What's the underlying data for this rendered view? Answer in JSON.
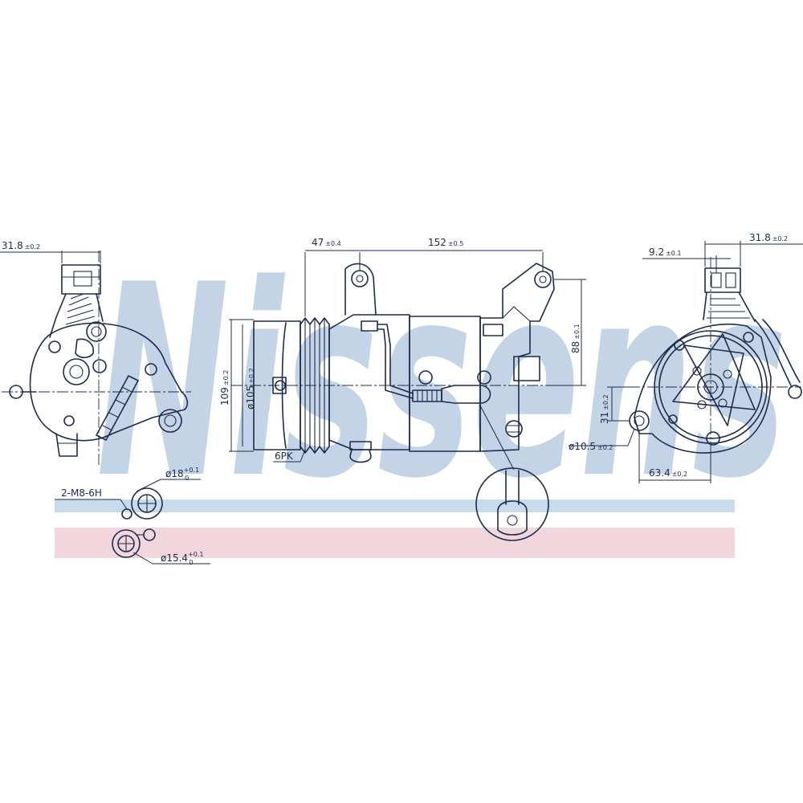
{
  "watermark": {
    "brand": "Nissens",
    "band_blue": "#c9daea",
    "band_pink": "#f1d7dd",
    "letter_fill": "#b9cde2"
  },
  "colors": {
    "line": "#1f2b4c",
    "text": "#1d2a4a"
  },
  "dimensions": {
    "left_top_width": {
      "value": "31.8",
      "tol": "±0.2"
    },
    "port_thread": {
      "value": "2-M8-6H"
    },
    "port_large": {
      "prefix": "ø18",
      "sup": "+0.1",
      "sub": "0"
    },
    "port_small": {
      "prefix": "ø15.4",
      "sup": "+0.1",
      "sub": "0"
    },
    "mount_offset": {
      "value": "47",
      "tol": "±0.4"
    },
    "body_length": {
      "value": "152",
      "tol": "±0.5"
    },
    "mount_height": {
      "value": "88",
      "tol": "±0.1"
    },
    "pulley_outer": {
      "value": "109",
      "tol": "±0.2"
    },
    "pulley_inner": {
      "value": "ø105",
      "tol": "±0.2"
    },
    "belt_type": {
      "value": "6PK"
    },
    "right_top_width": {
      "value": "31.8",
      "tol": "±0.2"
    },
    "right_port_offset": {
      "value": "9.2",
      "tol": "±0.1"
    },
    "mount_vertical": {
      "value": "31",
      "tol": "±0.2"
    },
    "mount_hole": {
      "value": "ø10.5",
      "tol": "±0.2"
    },
    "mount_horizontal": {
      "value": "63.4",
      "tol": "±0.2"
    }
  }
}
